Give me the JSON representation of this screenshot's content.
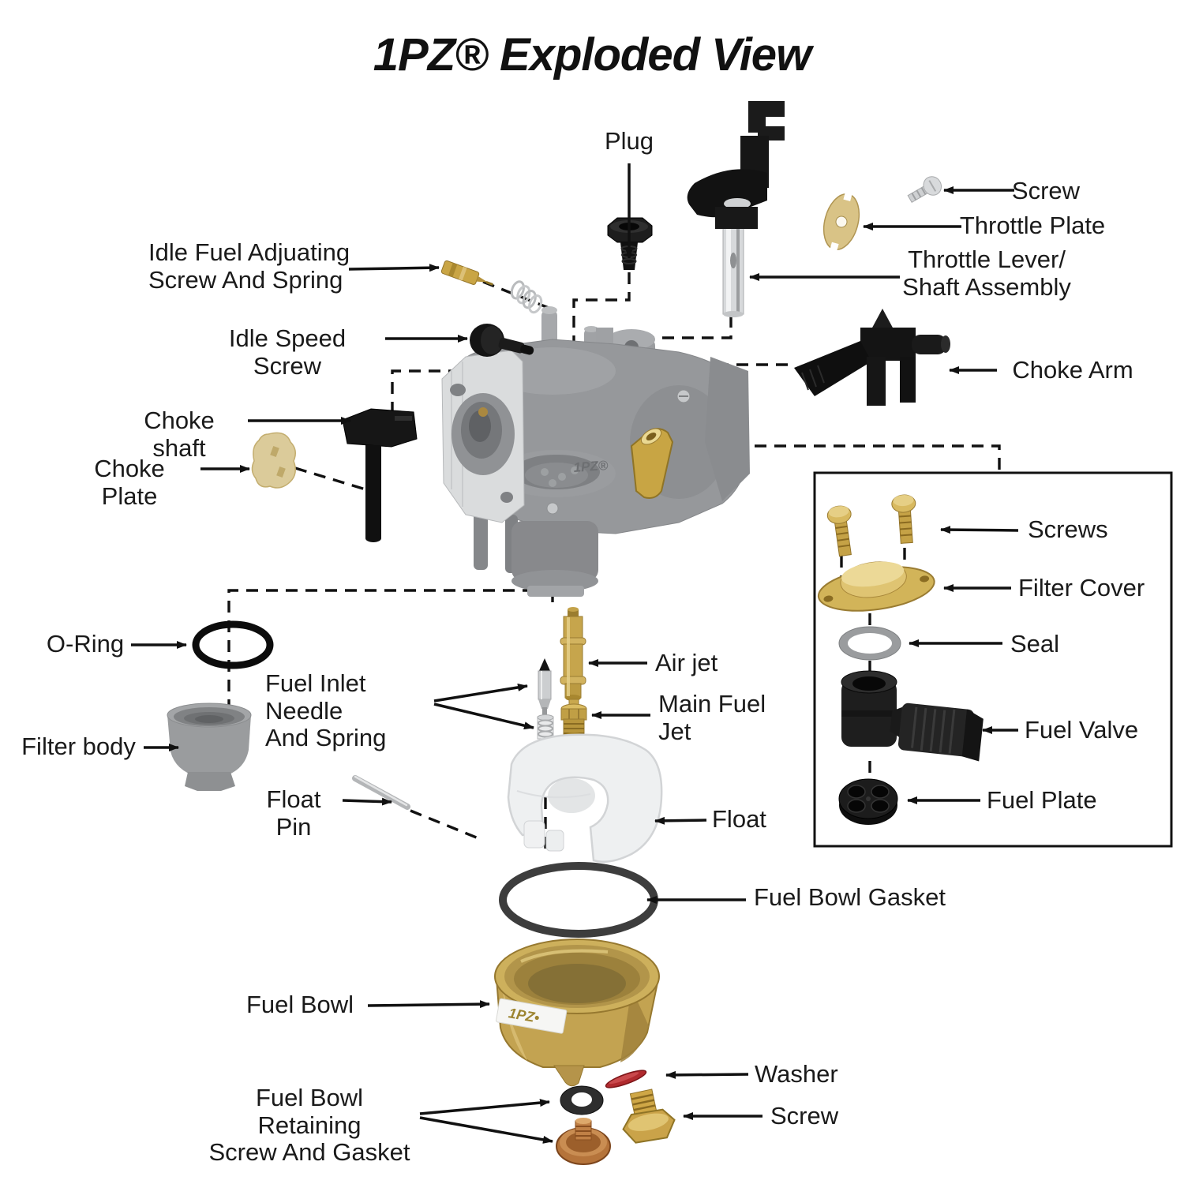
{
  "title": "1PZ® Exploded View",
  "brand_marks": {
    "carb_body": "1PZ®",
    "fuel_bowl": "1PZ•"
  },
  "labels": {
    "plug": "Plug",
    "screw_top": "Screw",
    "throttle_plate": "Throttle Plate",
    "throttle_lever": "Throttle Lever/\nShaft Assembly",
    "idle_fuel": "Idle Fuel Adjuating\nScrew And Spring",
    "idle_speed": "Idle Speed Screw",
    "choke_arm": "Choke Arm",
    "choke_shaft": "Choke shaft",
    "choke_plate": "Choke Plate",
    "o_ring": "O-Ring",
    "filter_body": "Filter body",
    "fuel_inlet": "Fuel Inlet Needle\nAnd Spring",
    "air_jet": "Air jet",
    "main_fuel_jet": "Main Fuel\nJet",
    "float_pin": "Float Pin",
    "float_part": "Float",
    "fuel_bowl_gasket": "Fuel Bowl Gasket",
    "fuel_bowl": "Fuel Bowl",
    "washer": "Washer",
    "screw_bottom": "Screw",
    "fuel_bowl_retaining": "Fuel Bowl Retaining\nScrew And Gasket",
    "screws": "Screws",
    "filter_cover": "Filter Cover",
    "seal": "Seal",
    "fuel_valve": "Fuel Valve",
    "fuel_plate": "Fuel Plate"
  },
  "colors": {
    "brass": "#c6a54c",
    "gold_bowl": "#c3a351",
    "black_part": "#1a1a1a",
    "casting_gray": "#96989b",
    "machined_face": "#dadcdd",
    "tan_plate": "#dbcb9a",
    "washer_red": "#b02a2e",
    "copper": "#b5743b",
    "line": "#111111"
  }
}
